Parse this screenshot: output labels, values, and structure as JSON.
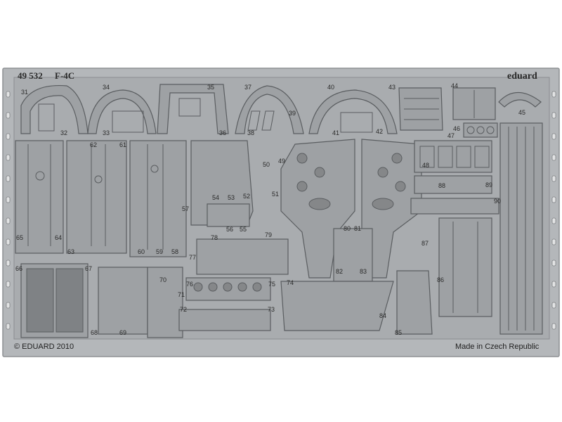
{
  "header": {
    "set_number": "49 532",
    "model": "F-4C",
    "brand": "eduard"
  },
  "footer": {
    "copyright": "© EDUARD 2010",
    "origin": "Made in Czech Republic"
  },
  "part_numbers": [
    "31",
    "32",
    "33",
    "34",
    "35",
    "36",
    "37",
    "38",
    "39",
    "40",
    "41",
    "42",
    "43",
    "44",
    "45",
    "46",
    "47",
    "48",
    "49",
    "50",
    "51",
    "52",
    "53",
    "54",
    "55",
    "56",
    "57",
    "58",
    "59",
    "60",
    "61",
    "62",
    "63",
    "64",
    "65",
    "66",
    "67",
    "68",
    "69",
    "70",
    "71",
    "72",
    "73",
    "74",
    "75",
    "76",
    "77",
    "78",
    "79",
    "80",
    "81",
    "82",
    "83",
    "84",
    "85",
    "86",
    "87",
    "88",
    "89",
    "90"
  ],
  "colors": {
    "background": "#ffffff",
    "fret": "#a9acaf",
    "fret_frame": "#b4b7ba",
    "part": "#9ea1a4",
    "part_dark": "#6f7274",
    "etch_line": "#5a5d60",
    "hole": "#e9eaeb",
    "text": "#2a2a2a"
  }
}
